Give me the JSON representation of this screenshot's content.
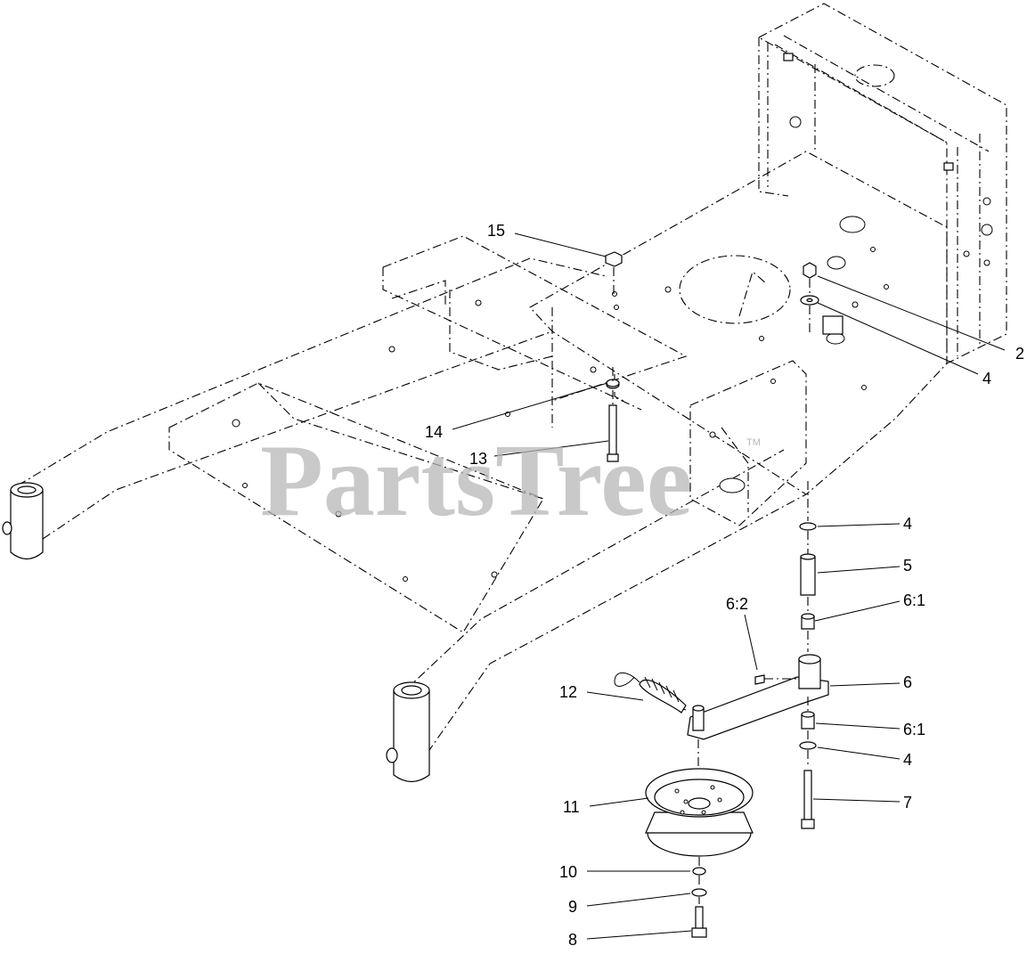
{
  "watermark": {
    "text": "PartsTree",
    "trademark": "TM"
  },
  "callouts": [
    {
      "id": "15",
      "label": "15"
    },
    {
      "id": "2",
      "label": "2"
    },
    {
      "id": "4a",
      "label": "4"
    },
    {
      "id": "14",
      "label": "14"
    },
    {
      "id": "13",
      "label": "13"
    },
    {
      "id": "4b",
      "label": "4"
    },
    {
      "id": "5",
      "label": "5"
    },
    {
      "id": "6-1a",
      "label": "6:1"
    },
    {
      "id": "6-2",
      "label": "6:2"
    },
    {
      "id": "6",
      "label": "6"
    },
    {
      "id": "12",
      "label": "12"
    },
    {
      "id": "6-1b",
      "label": "6:1"
    },
    {
      "id": "4c",
      "label": "4"
    },
    {
      "id": "11",
      "label": "11"
    },
    {
      "id": "7",
      "label": "7"
    },
    {
      "id": "10",
      "label": "10"
    },
    {
      "id": "9",
      "label": "9"
    },
    {
      "id": "8",
      "label": "8"
    }
  ]
}
